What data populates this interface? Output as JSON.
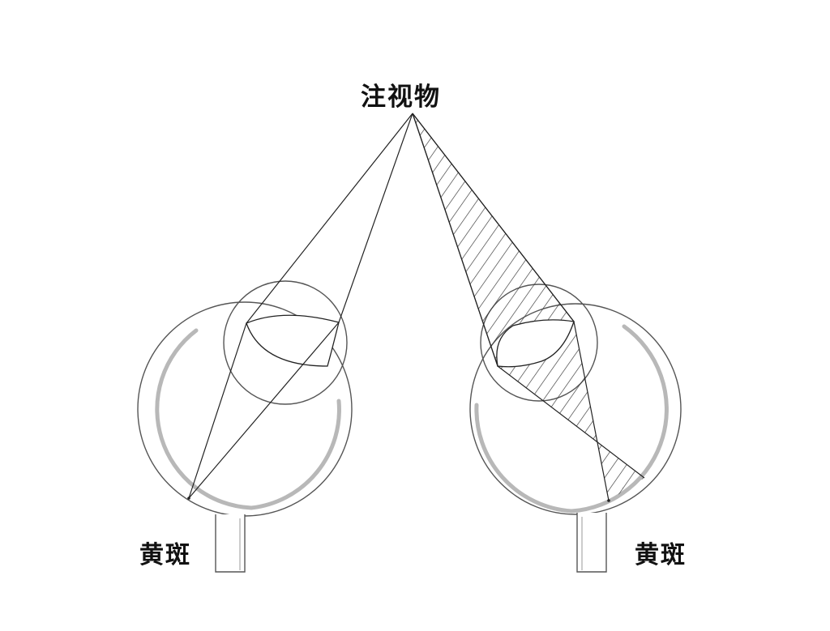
{
  "labels": {
    "fixation_object": "注视物",
    "macula_left": "黄斑",
    "macula_right": "黄斑"
  },
  "colors": {
    "line": "#222222",
    "eye_outline": "#555555",
    "retina": "#b8b8b8",
    "hatch": "#333333",
    "background": "#ffffff"
  }
}
